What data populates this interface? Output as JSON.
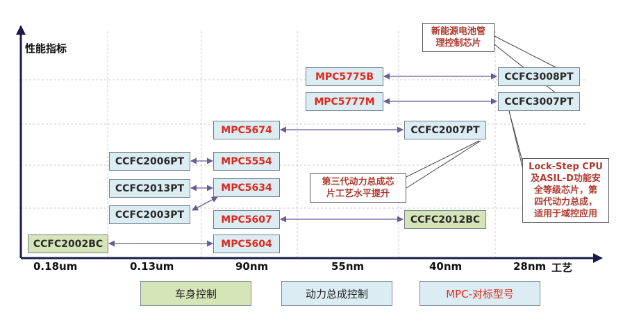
{
  "axes": {
    "y_title": "性能指标",
    "x_title": "工艺"
  },
  "process_nodes": [
    "0.18um",
    "0.13um",
    "90nm",
    "55nm",
    "40nm",
    "28nm"
  ],
  "chips": {
    "ccfc2002bc": "CCFC2002BC",
    "ccfc2006pt": "CCFC2006PT",
    "ccfc2013pt": "CCFC2013PT",
    "ccfc2003pt": "CCFC2003PT",
    "mpc5554": "MPC5554",
    "mpc5634": "MPC5634",
    "mpc5607": "MPC5607",
    "mpc5604": "MPC5604",
    "mpc5674": "MPC5674",
    "mpc5775b": "MPC5775B",
    "mpc5777m": "MPC5777M",
    "ccfc2007pt": "CCFC2007PT",
    "ccfc2012bc": "CCFC2012BC",
    "ccfc3008pt": "CCFC3008PT",
    "ccfc3007pt": "CCFC3007PT"
  },
  "notes": {
    "battery": [
      "新能源电池管",
      "理控制芯片"
    ],
    "powertrain": [
      "第三代动力总成芯",
      "片工艺水平提升"
    ],
    "lockstep": [
      "Lock-Step CPU",
      "及ASIL-D功能安",
      "全等级芯片，第",
      "四代动力总成，",
      "适用于域控应用"
    ]
  },
  "legend": [
    "车身控制",
    "动力总成控制",
    "MPC-对标型号"
  ],
  "colors": {
    "body_control": "#d5e5b8",
    "powertrain_control": "#dcecf3",
    "mpc_text": "#e0281c",
    "note_text": "#b03a2e",
    "arrow": "#6b5b95"
  }
}
